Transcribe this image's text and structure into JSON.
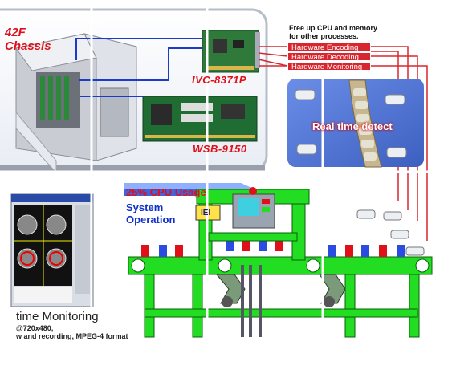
{
  "chassis": {
    "label": "42F\nChassis",
    "label_line1": "42F",
    "label_line2": "Chassis"
  },
  "boards": {
    "capture_card": "IVC-8371P",
    "sbc": "WSB-9150"
  },
  "cpu_note": {
    "line1": "Free up CPU and memory",
    "line2": "for other processes."
  },
  "hardware_functions": [
    "Hardware Encoding",
    "Hardware Decoding",
    "Hardware Monitoring"
  ],
  "detection_panel": {
    "label": "Real time detect"
  },
  "system": {
    "cpu_usage": "25% CPU Usage",
    "line1": "System",
    "line2": "Operation",
    "brand": "IEI"
  },
  "monitoring": {
    "title": "time Monitoring",
    "line1": "@720x480,",
    "line2": "w and recording, MPEG-4 format"
  },
  "colors": {
    "accent_red": "#e0101a",
    "wire_blue": "#1a3cc8",
    "machine_green": "#22dd22",
    "panel_blue": "#5a80d8"
  }
}
